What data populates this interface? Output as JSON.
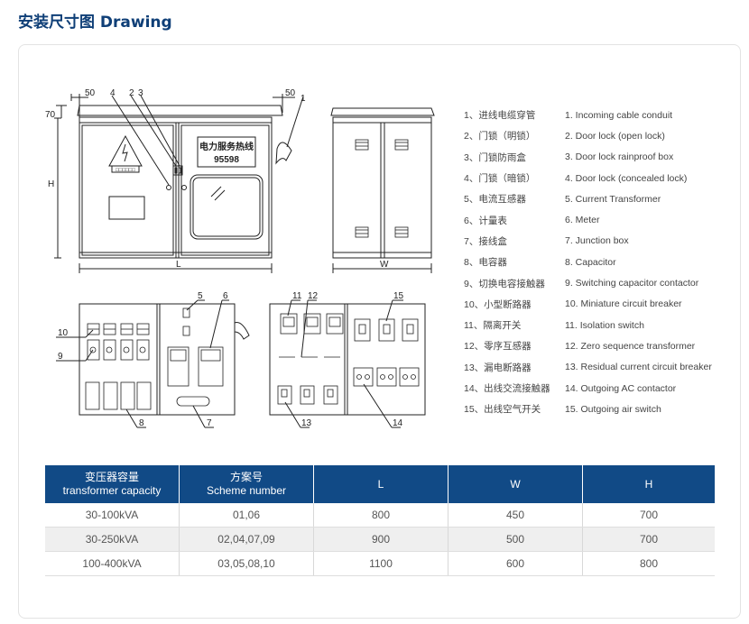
{
  "page": {
    "title": "安装尺寸图 Drawing"
  },
  "drawing": {
    "dims": {
      "d50_left": "50",
      "d50_right": "50",
      "d70": "70",
      "H": "H",
      "L": "L",
      "W": "W"
    },
    "callouts": [
      "1",
      "2",
      "3",
      "4",
      "5",
      "6",
      "7",
      "8",
      "9",
      "10",
      "11",
      "12",
      "13",
      "14",
      "15"
    ],
    "hotline_line1": "电力服务热线",
    "hotline_line2": "95598",
    "warning_plate": "□□□□□□"
  },
  "legend": [
    {
      "zh": "1、进线电缆穿管",
      "en": "1. Incoming cable conduit"
    },
    {
      "zh": "2、门锁（明锁）",
      "en": "2. Door lock (open lock)"
    },
    {
      "zh": "3、门锁防雨盒",
      "en": "3. Door lock rainproof box"
    },
    {
      "zh": "4、门锁（暗锁）",
      "en": "4. Door lock (concealed lock)"
    },
    {
      "zh": "5、电流互感器",
      "en": "5. Current Transformer"
    },
    {
      "zh": "6、计量表",
      "en": "6. Meter"
    },
    {
      "zh": "7、接线盒",
      "en": "7. Junction box"
    },
    {
      "zh": "8、电容器",
      "en": "8. Capacitor"
    },
    {
      "zh": "9、切换电容接触器",
      "en": "9. Switching capacitor contactor"
    },
    {
      "zh": "10、小型断路器",
      "en": "10. Miniature circuit breaker"
    },
    {
      "zh": "11、隔离开关",
      "en": "11. Isolation switch"
    },
    {
      "zh": "12、零序互感器",
      "en": "12. Zero sequence transformer"
    },
    {
      "zh": "13、漏电断路器",
      "en": "13. Residual current circuit breaker"
    },
    {
      "zh": "14、出线交流接触器",
      "en": "14. Outgoing AC contactor"
    },
    {
      "zh": "15、出线空气开关",
      "en": "15. Outgoing air switch"
    }
  ],
  "table": {
    "headers": [
      {
        "zh": "变压器容量",
        "en": "transformer capacity"
      },
      {
        "zh": "方案号",
        "en": "Scheme number"
      },
      {
        "zh": "",
        "en": "L"
      },
      {
        "zh": "",
        "en": "W"
      },
      {
        "zh": "",
        "en": "H"
      }
    ],
    "rows": [
      [
        "30-100kVA",
        "01,06",
        "800",
        "450",
        "700"
      ],
      [
        "30-250kVA",
        "02,04,07,09",
        "900",
        "500",
        "700"
      ],
      [
        "100-400kVA",
        "03,05,08,10",
        "1100",
        "600",
        "800"
      ]
    ]
  },
  "colors": {
    "title": "#0f3f77",
    "header_bg": "#114a86",
    "alt_row": "#efefef",
    "line": "#222222"
  }
}
